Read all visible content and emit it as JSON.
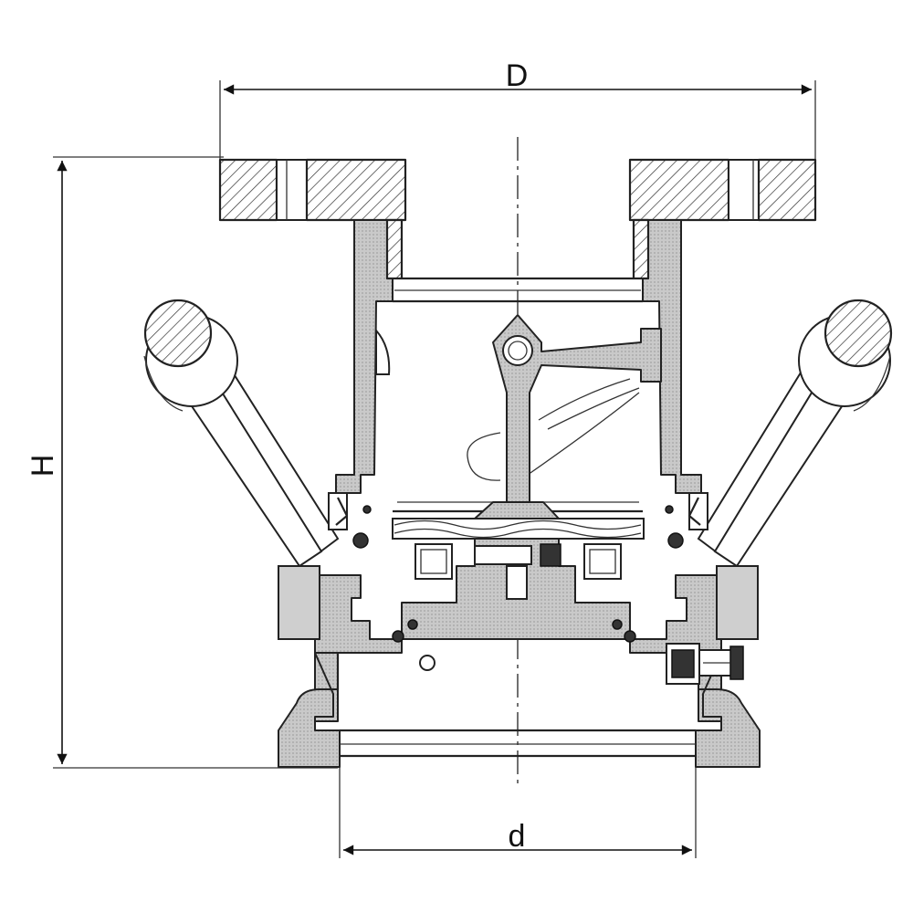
{
  "dimensions": {
    "top_width_label": "D",
    "height_label": "H",
    "bottom_width_label": "d"
  },
  "colors": {
    "line": "#222222",
    "section_fill": "#cfcfcf",
    "background": "#ffffff"
  }
}
